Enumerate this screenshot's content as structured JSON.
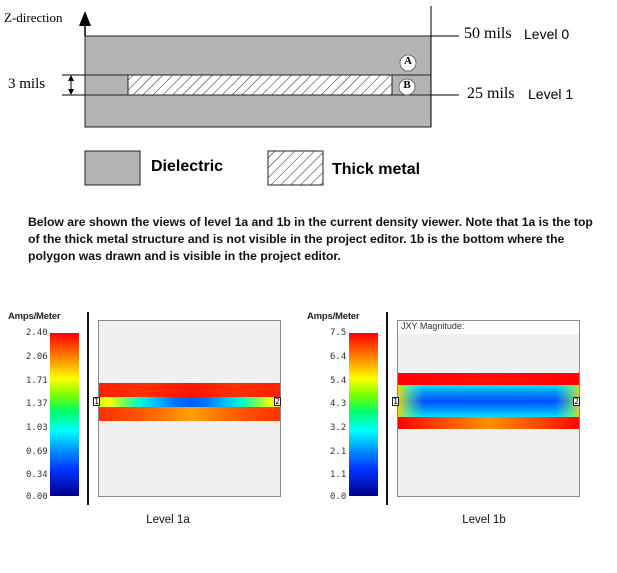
{
  "diagram": {
    "z_axis_label": "Z-direction",
    "dimension_thick": "3 mils",
    "level0_height": "50 mils",
    "level0_label": "Level 0",
    "level1_height": "25 mils",
    "level1_label": "Level 1",
    "marker_a": "A",
    "marker_b": "B",
    "dielectric_color": "#b4b4b4",
    "metal_hatch": "diagonal"
  },
  "legend": {
    "dielectric_label": "Dielectric",
    "thick_metal_label": "Thick metal"
  },
  "description": "Below are shown the views of level 1a and 1b in the current density viewer. Note that 1a is the top of the thick metal structure and is not visible in the project editor. 1b is the bottom where the polygon was drawn and is visible in the project editor.",
  "viewer_left": {
    "scale_title": "Amps/Meter",
    "ticks": [
      "2.40",
      "2.06",
      "1.71",
      "1.37",
      "1.03",
      "0.69",
      "0.34",
      "0.00"
    ],
    "port_left": "1",
    "port_right": "2",
    "caption": "Level 1a"
  },
  "viewer_right": {
    "scale_title": "Amps/Meter",
    "plot_title": "JXY Magnitude:",
    "ticks": [
      "7.5",
      "6.4",
      "5.4",
      "4.3",
      "3.2",
      "2.1",
      "1.1",
      "0.0"
    ],
    "port_left": "1",
    "port_right": "2",
    "caption": "Level 1b"
  }
}
